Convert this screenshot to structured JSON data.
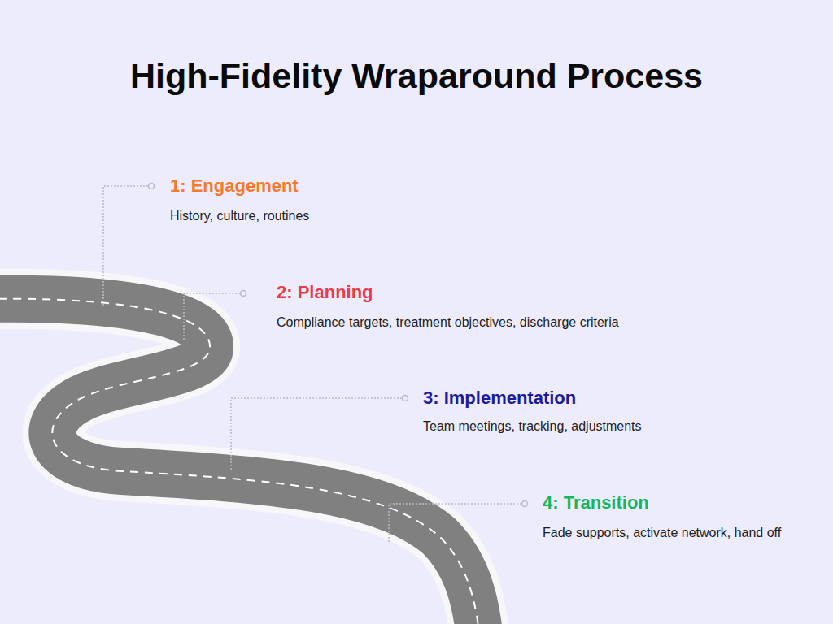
{
  "diagram": {
    "title": "High-Fidelity Wraparound Process",
    "labels": [
      "1: Engagement",
      "History, culture, routines",
      "2: Planning",
      "Compliance targets, treatment objectives, discharge criteria",
      "3: Implementation",
      "Team meetings, tracking, adjustments",
      "4: Transition",
      "Fade supports, activate network, hand off"
    ]
  }
}
